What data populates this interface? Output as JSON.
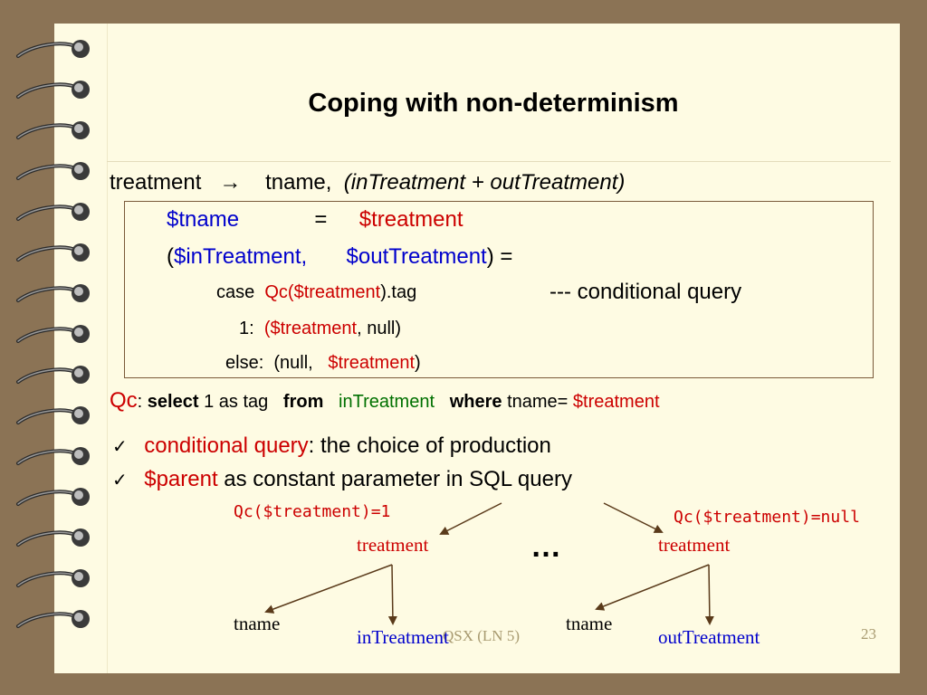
{
  "slide": {
    "title": "Coping with non-determinism",
    "rule": {
      "lhs": "treatment",
      "arrow": "→",
      "rhs_plain": "tname,",
      "rhs_italic": "(inTreatment + outTreatment)"
    },
    "code": {
      "line1": {
        "var": "$tname",
        "eq": "=",
        "val": "$treatment"
      },
      "line2": {
        "open": "(",
        "a": "$inTreatment,",
        "b": "$outTreatment",
        "close": ") ="
      },
      "line3": {
        "kw": "case",
        "qc": "Qc($treatment",
        "tag": ").tag",
        "comment": "--- conditional query"
      },
      "line4": {
        "num": "1:",
        "open": "(",
        "val": "$treatment",
        "rest": ",   null)"
      },
      "line5": {
        "kw": "else:",
        "open": "(null,",
        "val": "$treatment",
        "close": ")"
      }
    },
    "query": {
      "qc": "Qc",
      "colon": ":",
      "select": "select",
      "select_rest": "1 as tag",
      "from": "from",
      "table": "inTreatment",
      "where": "where",
      "where_rest": "tname=",
      "param": "$treatment"
    },
    "bullets": [
      {
        "check": "✓",
        "highlight": "conditional query",
        "rest": ": the choice of production"
      },
      {
        "check": "✓",
        "highlight": "$parent",
        "rest": " as constant parameter in SQL query"
      }
    ],
    "tree": {
      "left_cond": "Qc($treatment)=1",
      "right_cond": "Qc($treatment)=null",
      "dots": "…",
      "left_root": "treatment",
      "right_root": "treatment",
      "left_child1": "tname",
      "left_child2": "inTreatment",
      "right_child1": "tname",
      "right_child2": "outTreatment"
    },
    "footer": "QSX  (LN 5)",
    "page_number": "23"
  },
  "colors": {
    "background": "#8b7355",
    "paper": "#fefbe3",
    "blue": "#0000cc",
    "red": "#cc0000",
    "green": "#007000",
    "arrow": "#5a3a1a"
  }
}
